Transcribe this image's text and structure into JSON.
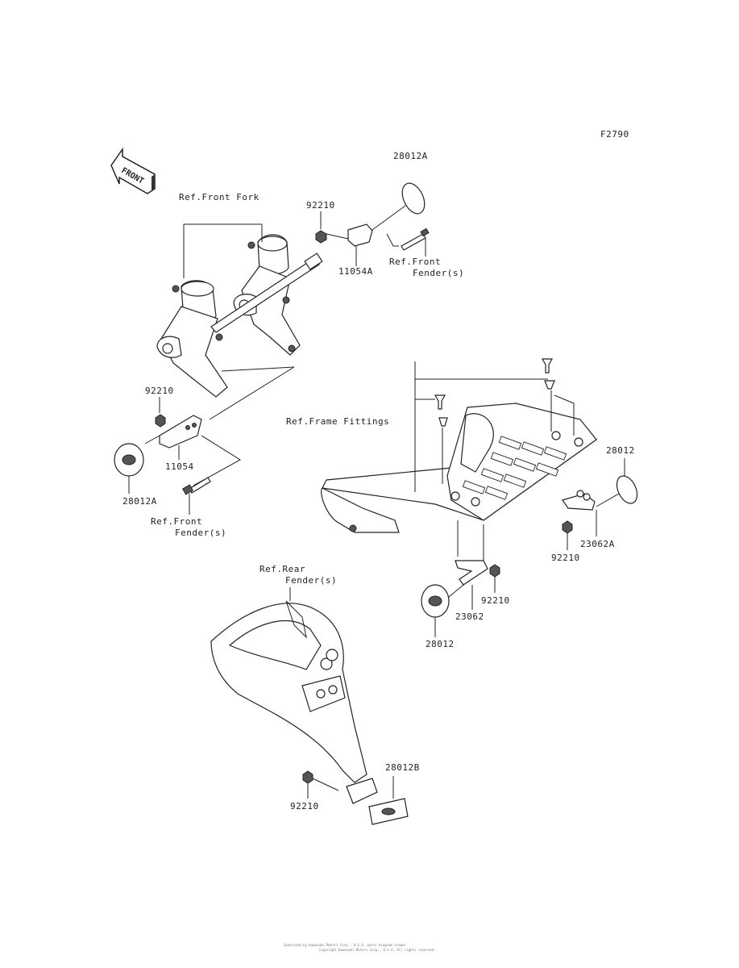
{
  "figure_code": "F2790",
  "front_badge": "FRONT",
  "labels": {
    "top_reflector": "28012A",
    "nut_top": "92210",
    "bracket_top": "11054A",
    "ref_front_fender_top_1": "Ref.Front",
    "ref_front_fender_top_2": "Fender(s)",
    "ref_front_fork": "Ref.Front Fork",
    "nut_left": "92210",
    "bracket_left": "11054",
    "left_reflector": "28012A",
    "ref_front_fender_left_1": "Ref.Front",
    "ref_front_fender_left_2": "Fender(s)",
    "ref_frame_fittings": "Ref.Frame Fittings",
    "right_reflector": "28012",
    "bracket_right": "23062A",
    "nut_right": "92210",
    "nut_mid": "92210",
    "bracket_mid": "23062",
    "mid_reflector": "28012",
    "ref_rear_fender_1": "Ref.Rear",
    "ref_rear_fender_2": "Fender(s)",
    "rear_reflector": "28012B",
    "nut_bottom": "92210"
  },
  "footer_line_1": "Generated by Kawasaki Motors Corp., U.S.A. parts diagram viewer",
  "footer_line_2": "Copyright Kawasaki Motors Corp., U.S.A. All rights reserved."
}
